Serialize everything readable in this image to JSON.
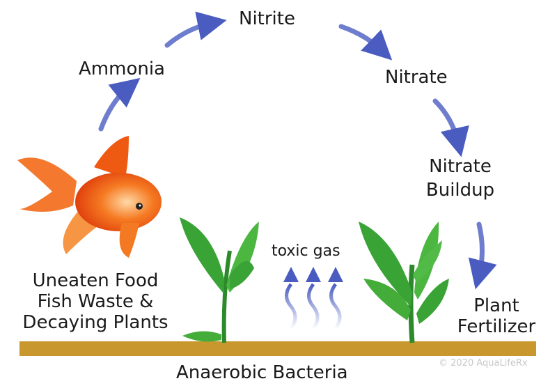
{
  "labels": {
    "nitrite": "Nitrite",
    "ammonia": "Ammonia",
    "nitrate": "Nitrate",
    "nitrate_buildup": [
      "Nitrate",
      "Buildup"
    ],
    "toxic_gas": "toxic gas",
    "sources": [
      "Uneaten Food",
      "Fish Waste &",
      "Decaying Plants"
    ],
    "plant_fertilizer": [
      "Plant",
      "Fertilizer"
    ],
    "anaerobic_bacteria": "Anaerobic Bacteria",
    "copyright": "© 2020 AquaLifeRx"
  },
  "colors": {
    "arrow": "#4a5cc0",
    "substrate": "#c8982f",
    "plant": "#3aa335",
    "fish": "#f05a14"
  }
}
